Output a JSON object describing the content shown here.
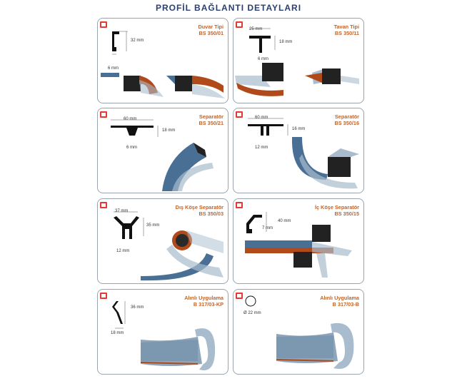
{
  "page_title": "PROFİL BAĞLANTI DETAYLARI",
  "cards": [
    {
      "name": "Duvar Tipi",
      "code": "BS 350/01",
      "dims": [
        "32 mm",
        "6 mm"
      ]
    },
    {
      "name": "Tavan Tipi",
      "code": "BS 350/11",
      "dims": [
        "25 mm",
        "18 mm",
        "6 mm"
      ]
    },
    {
      "name": "Separatör",
      "code": "BS 350/21",
      "dims": [
        "60 mm",
        "18 mm",
        "6 mm"
      ]
    },
    {
      "name": "Separatör",
      "code": "BS 350/16",
      "dims": [
        "60 mm",
        "16 mm",
        "12 mm"
      ]
    },
    {
      "name": "Dış Köşe Separatör",
      "code": "BS 350/03",
      "dims": [
        "37 mm",
        "35 mm",
        "12 mm"
      ]
    },
    {
      "name": "İç Köşe Separatör",
      "code": "BS 350/15",
      "dims": [
        "40 mm",
        "7 mm"
      ]
    },
    {
      "name": "Alınlı Uygulama",
      "code": "B 317/03-KP",
      "dims": [
        "36 mm",
        "18 mm"
      ]
    },
    {
      "name": "Alınlı Uygulama",
      "code": "B 317/03-B",
      "dims": [
        "Ø 22 mm"
      ]
    }
  ],
  "colors": {
    "title": "#2a3f73",
    "accent": "#c0652a",
    "logo": "#e23b2f"
  }
}
